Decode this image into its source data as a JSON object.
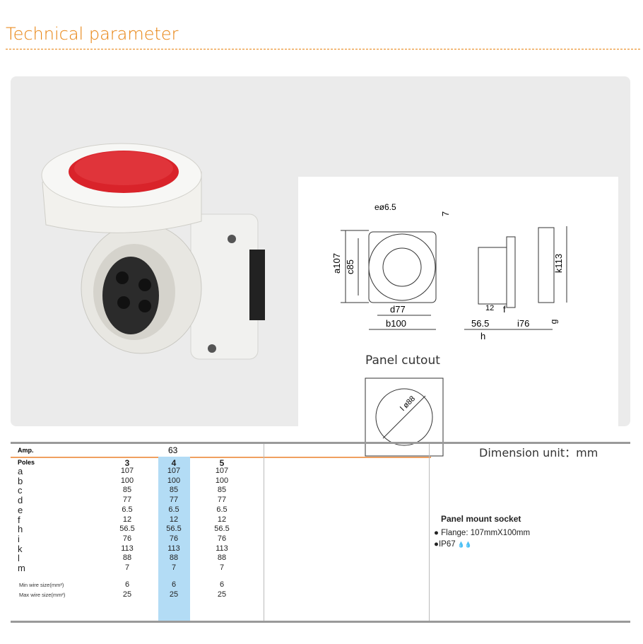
{
  "title": "Technical parameter",
  "drawing": {
    "panel_cutout": "Panel cutout",
    "dimension_unit": "Dimension unit：mm",
    "labels": {
      "e": "eø6.5",
      "a": "a107",
      "c": "c85",
      "d": "d77",
      "b": "b100",
      "m": "7",
      "k": "k113",
      "f12": "12",
      "f": "f",
      "h565": "56.5",
      "h": "h",
      "i": "i76",
      "g": "g",
      "l": "l ø88"
    }
  },
  "table": {
    "amp_label": "Amp.",
    "amp_value": "63",
    "poles_label": "Poles",
    "poles": [
      "3",
      "4",
      "5"
    ],
    "rows": [
      {
        "label": "a",
        "values": [
          "107",
          "107",
          "107"
        ]
      },
      {
        "label": "b",
        "values": [
          "100",
          "100",
          "100"
        ]
      },
      {
        "label": "c",
        "values": [
          "85",
          "85",
          "85"
        ]
      },
      {
        "label": "d",
        "values": [
          "77",
          "77",
          "77"
        ]
      },
      {
        "label": "e",
        "values": [
          "6.5",
          "6.5",
          "6.5"
        ]
      },
      {
        "label": "f",
        "values": [
          "12",
          "12",
          "12"
        ]
      },
      {
        "label": "h",
        "values": [
          "56.5",
          "56.5",
          "56.5"
        ]
      },
      {
        "label": "i",
        "values": [
          "76",
          "76",
          "76"
        ]
      },
      {
        "label": "k",
        "values": [
          "113",
          "113",
          "113"
        ]
      },
      {
        "label": "l",
        "values": [
          "88",
          "88",
          "88"
        ]
      },
      {
        "label": "m",
        "values": [
          "7",
          "7",
          "7"
        ]
      }
    ],
    "wire": [
      {
        "label": "Min wire size(mm²)",
        "values": [
          "6",
          "6",
          "6"
        ]
      },
      {
        "label": "Max wire size(mm²)",
        "values": [
          "25",
          "25",
          "25"
        ]
      }
    ]
  },
  "product": {
    "name": "Panel mount socket",
    "features": [
      "Flange:  107mmX100mm",
      "IP67"
    ],
    "ip_icon": "water-drops-icon"
  },
  "colors": {
    "accent": "#e8820e",
    "highlight": "#b3dcf5",
    "cap": "#d9232a"
  }
}
